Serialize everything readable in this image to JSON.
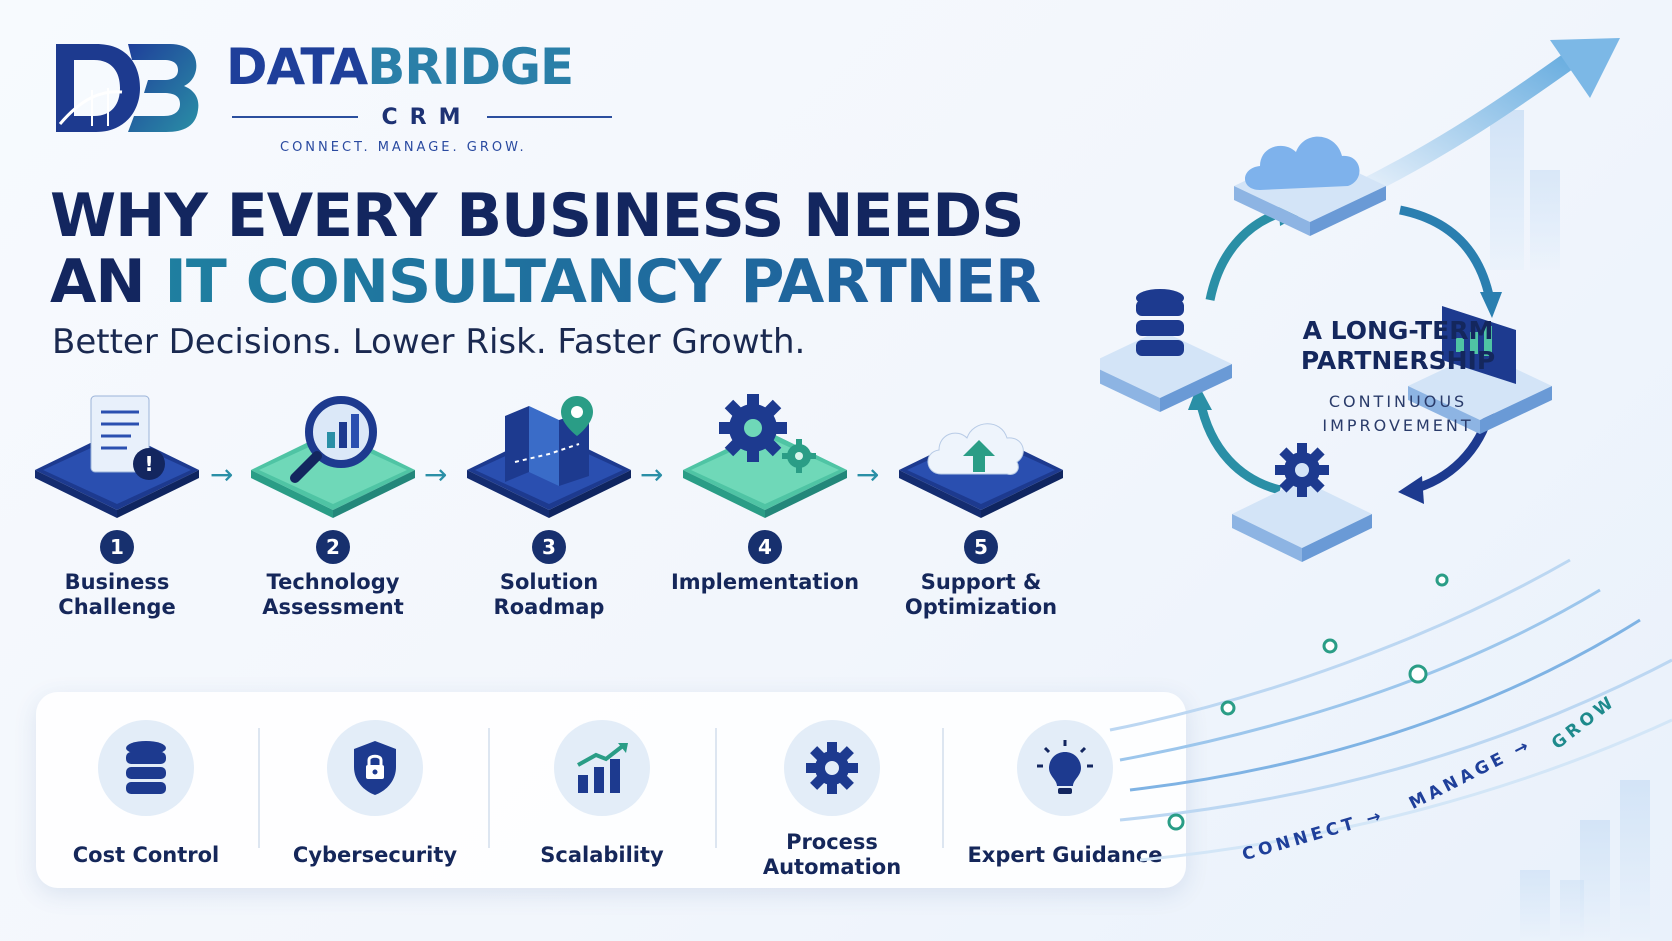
{
  "brand": {
    "name_part1": "DATA",
    "name_part2": "BRIDGE",
    "crm": "CRM",
    "tagline": "CONNECT. MANAGE. GROW."
  },
  "headline": {
    "line1": "WHY EVERY BUSINESS NEEDS",
    "line2_prefix": "AN ",
    "line2_highlight": "IT CONSULTANCY PARTNER"
  },
  "subheadline": "Better Decisions. Lower Risk. Faster Growth.",
  "steps": [
    {
      "number": "1",
      "label_line1": "Business",
      "label_line2": "Challenge",
      "icon": "document-alert-icon"
    },
    {
      "number": "2",
      "label_line1": "Technology",
      "label_line2": "Assessment",
      "icon": "magnifier-chart-icon"
    },
    {
      "number": "3",
      "label_line1": "Solution",
      "label_line2": "Roadmap",
      "icon": "map-pin-icon"
    },
    {
      "number": "4",
      "label_line1": "Implementation",
      "label_line2": "",
      "icon": "gears-icon"
    },
    {
      "number": "5",
      "label_line1": "Support &",
      "label_line2": "Optimization",
      "icon": "cloud-upload-icon"
    }
  ],
  "benefits": [
    {
      "label_line1": "Cost Control",
      "label_line2": "",
      "icon": "database-icon"
    },
    {
      "label_line1": "Cybersecurity",
      "label_line2": "",
      "icon": "shield-lock-icon"
    },
    {
      "label_line1": "Scalability",
      "label_line2": "",
      "icon": "growth-chart-icon"
    },
    {
      "label_line1": "Process",
      "label_line2": "Automation",
      "icon": "gear-icon"
    },
    {
      "label_line1": "Expert Guidance",
      "label_line2": "",
      "icon": "lightbulb-icon"
    }
  ],
  "cycle": {
    "title_line1": "A LONG-TERM",
    "title_line2": "PARTNERSHIP",
    "sub_line1": "CONTINUOUS",
    "sub_line2": "IMPROVEMENT"
  },
  "flow": {
    "connect": "CONNECT →",
    "manage": "MANAGE →",
    "grow": "GROW"
  },
  "colors": {
    "navy": "#13265f",
    "blue": "#1f3f9a",
    "teal": "#2a8fa6",
    "mint": "#5fd0b0",
    "light": "#e3edf8"
  }
}
